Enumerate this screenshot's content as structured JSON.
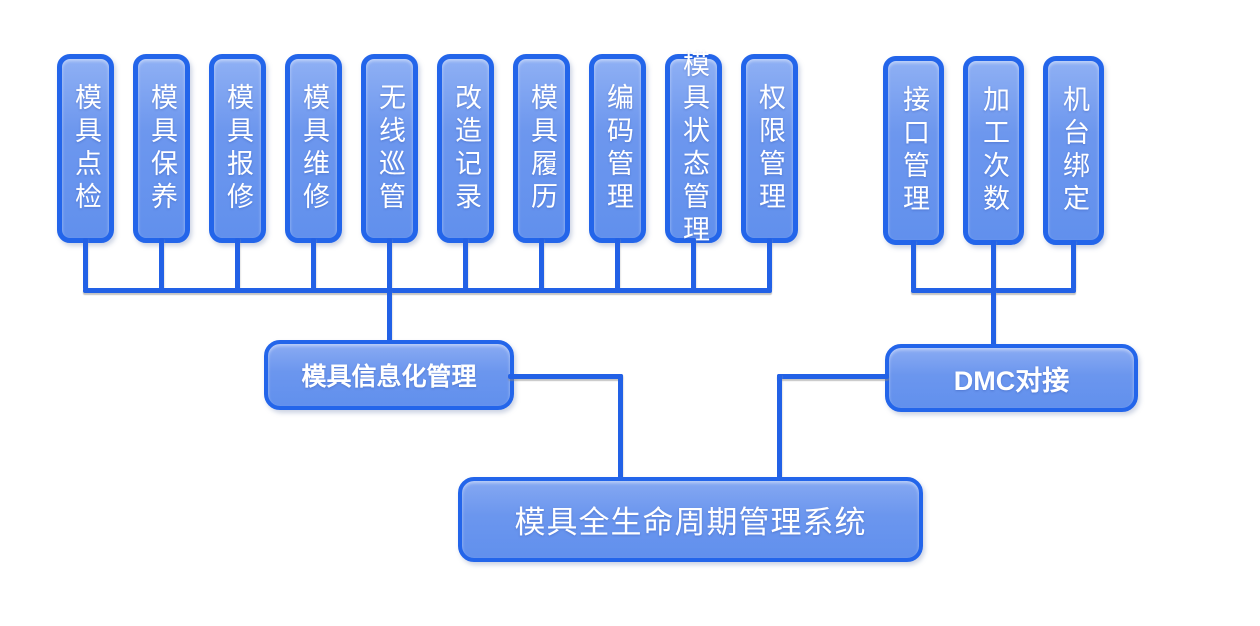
{
  "diagram": {
    "root": {
      "label": "模具全生命周期管理系统"
    },
    "branches": [
      {
        "label": "模具信息化管理",
        "children": [
          "模具点检",
          "模具保养",
          "模具报修",
          "模具维修",
          "无线巡管",
          "改造记录",
          "模具履历",
          "编码管理",
          "模具状态管理",
          "权限管理"
        ]
      },
      {
        "label": "DMC对接",
        "children": [
          "接口管理",
          "加工次数",
          "机台绑定"
        ]
      }
    ],
    "colors": {
      "line": "#2261e6",
      "box_border": "#2365ea",
      "box_fill_top": "#8fb0f4",
      "box_fill_bottom": "#6190ed",
      "text": "#ffffff",
      "background": "#ffffff"
    }
  }
}
